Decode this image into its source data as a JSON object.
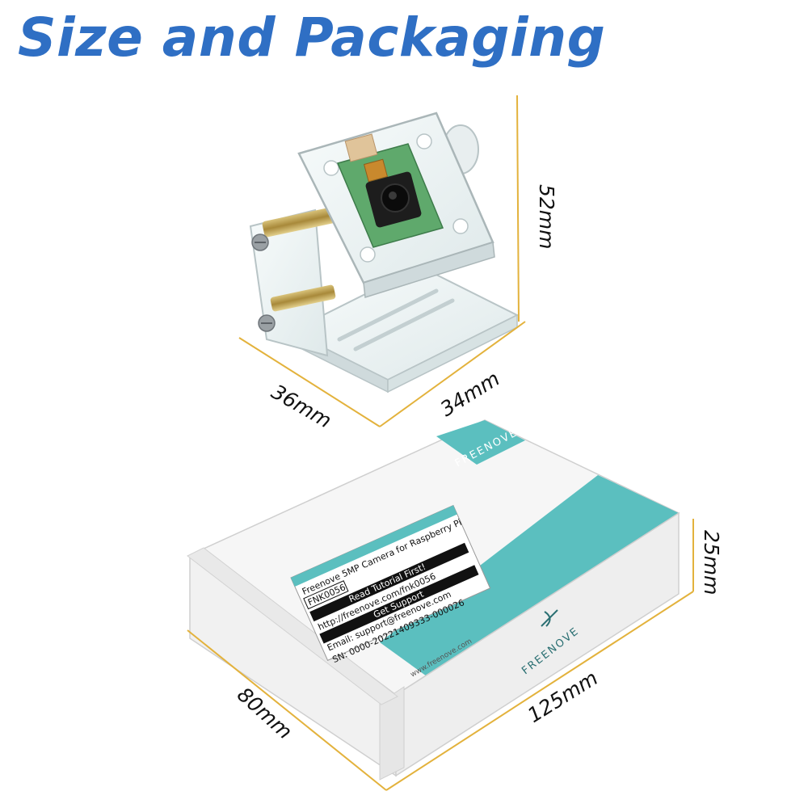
{
  "title": "Size and Packaging",
  "colors": {
    "title": "#2f6fc4",
    "dimension_line": "#e3b23c",
    "box_teal": "#5bbfbf",
    "box_white": "#f4f4f4"
  },
  "camera": {
    "height_label": "52mm",
    "width_label": "36mm",
    "depth_label": "34mm"
  },
  "box": {
    "height_label": "25mm",
    "width_label": "80mm",
    "length_label": "125mm",
    "brand": "FREENOVE",
    "website": "www.freenove.com",
    "sticker": {
      "line1": "Freenove 5MP Camera for Raspberry Pi",
      "model": "FNK0056",
      "read_first": "Read Tutorial First!",
      "url": "http://freenove.com/fnk0056",
      "support_header": "Get Support",
      "email": "Email: support@freenove.com",
      "sn": "SN: 0000-20221409333-000026"
    }
  }
}
